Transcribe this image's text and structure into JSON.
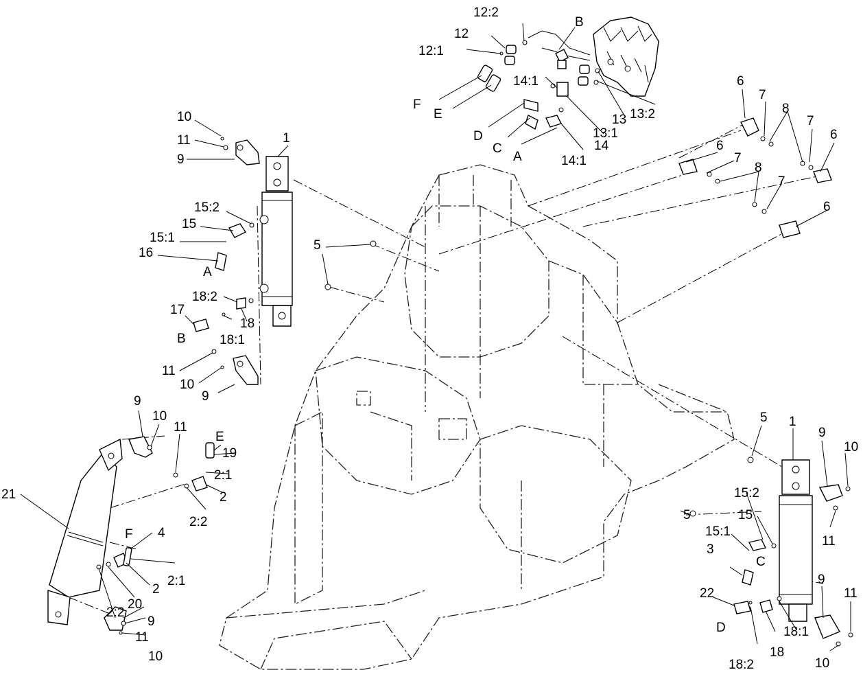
{
  "labels": {
    "n1": "1",
    "n2": "2",
    "n3": "3",
    "n4": "4",
    "n5": "5",
    "n6": "6",
    "n7": "7",
    "n8": "8",
    "n9": "9",
    "n10": "10",
    "n11": "11",
    "n12": "12",
    "n13": "13",
    "n14": "14",
    "n15": "15",
    "n16": "16",
    "n17": "17",
    "n18": "18",
    "n19": "19",
    "n20": "20",
    "n21": "21",
    "n22": "22",
    "n2_1": "2:1",
    "n2_2": "2:2",
    "n12_1": "12:1",
    "n12_2": "12:2",
    "n13_1": "13:1",
    "n13_2": "13:2",
    "n14_1": "14:1",
    "n15_1": "15:1",
    "n15_2": "15:2",
    "n18_1": "18:1",
    "n18_2": "18:2",
    "A": "A",
    "B": "B",
    "C": "C",
    "D": "D",
    "E": "E",
    "F": "F"
  }
}
